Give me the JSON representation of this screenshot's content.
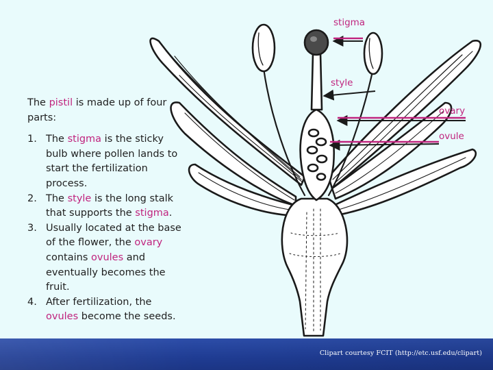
{
  "labels": {
    "stigma": "stigma",
    "style": "style",
    "ovary": "ovary",
    "ovule": "ovule"
  },
  "text": {
    "intro_pre": "The ",
    "intro_pistil": "pistil",
    "intro_post": " is made up of four parts:",
    "items": [
      {
        "num": "1.",
        "p1": "The ",
        "term": "stigma",
        "p2": " is the sticky bulb where pollen lands to start the fertilization process."
      },
      {
        "num": "2.",
        "p1": "The ",
        "term": "style",
        "p2": " is the long stalk that supports the ",
        "term2": "stigma",
        "p3": "."
      },
      {
        "num": "3.",
        "p1": "Usually located at the base of the flower, the ",
        "term": "ovary",
        "p2": " contains ",
        "term2": "ovules",
        "p3": " and eventually becomes the fruit."
      },
      {
        "num": "4.",
        "p1": "After fertilization, the ",
        "term": "ovules",
        "p2": " become the seeds."
      }
    ]
  },
  "footer": {
    "credit": "Clipart courtesy FCIT (http://etc.usf.edu/clipart)"
  },
  "colors": {
    "accent": "#c0247e",
    "background": "#e9fbfc",
    "footer": "#1f3c93"
  }
}
